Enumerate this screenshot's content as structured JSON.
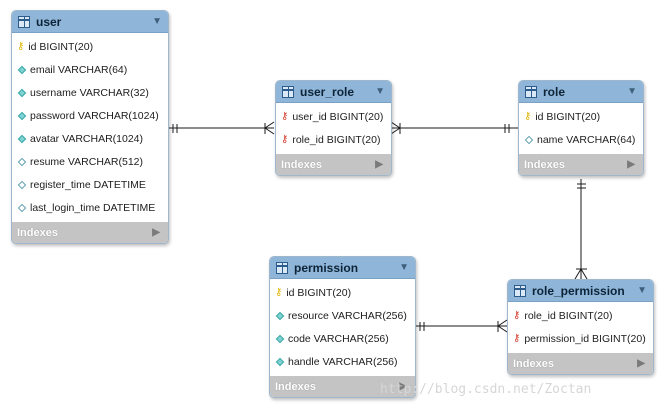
{
  "tables": {
    "user": {
      "name": "user",
      "columns": [
        {
          "text": "id BIGINT(20)",
          "kind": "pk-icon"
        },
        {
          "text": "email VARCHAR(64)",
          "kind": "column-icon"
        },
        {
          "text": "username VARCHAR(32)",
          "kind": "column-icon"
        },
        {
          "text": "password VARCHAR(1024)",
          "kind": "column-icon"
        },
        {
          "text": "avatar VARCHAR(1024)",
          "kind": "column-icon"
        },
        {
          "text": "resume VARCHAR(512)",
          "kind": "nullable-column-icon"
        },
        {
          "text": "register_time DATETIME",
          "kind": "nullable-column-icon"
        },
        {
          "text": "last_login_time DATETIME",
          "kind": "nullable-column-icon"
        }
      ],
      "footer": "Indexes"
    },
    "user_role": {
      "name": "user_role",
      "columns": [
        {
          "text": "user_id BIGINT(20)",
          "kind": "fk-icon"
        },
        {
          "text": "role_id BIGINT(20)",
          "kind": "fk-icon"
        }
      ],
      "footer": "Indexes"
    },
    "role": {
      "name": "role",
      "columns": [
        {
          "text": "id BIGINT(20)",
          "kind": "pk-icon"
        },
        {
          "text": "name VARCHAR(64)",
          "kind": "nullable-column-icon"
        }
      ],
      "footer": "Indexes"
    },
    "permission": {
      "name": "permission",
      "columns": [
        {
          "text": "id BIGINT(20)",
          "kind": "pk-icon"
        },
        {
          "text": "resource VARCHAR(256)",
          "kind": "column-icon"
        },
        {
          "text": "code VARCHAR(256)",
          "kind": "column-icon"
        },
        {
          "text": "handle VARCHAR(256)",
          "kind": "column-icon"
        }
      ],
      "footer": "Indexes"
    },
    "role_permission": {
      "name": "role_permission",
      "columns": [
        {
          "text": "role_id BIGINT(20)",
          "kind": "fk-icon"
        },
        {
          "text": "permission_id BIGINT(20)",
          "kind": "fk-icon"
        }
      ],
      "footer": "Indexes"
    }
  },
  "relationships": [
    {
      "from": "user",
      "to": "user_role",
      "from_cardinality": "one",
      "to_cardinality": "many"
    },
    {
      "from": "role",
      "to": "user_role",
      "from_cardinality": "one",
      "to_cardinality": "many"
    },
    {
      "from": "role",
      "to": "role_permission",
      "from_cardinality": "one",
      "to_cardinality": "many"
    },
    {
      "from": "permission",
      "to": "role_permission",
      "from_cardinality": "one",
      "to_cardinality": "many"
    }
  ],
  "watermark": "http://blog.csdn.net/Zoctan",
  "colors": {
    "header": "#8fb6d8",
    "footer": "#c4c4c4",
    "line": "#1a1a1a"
  }
}
